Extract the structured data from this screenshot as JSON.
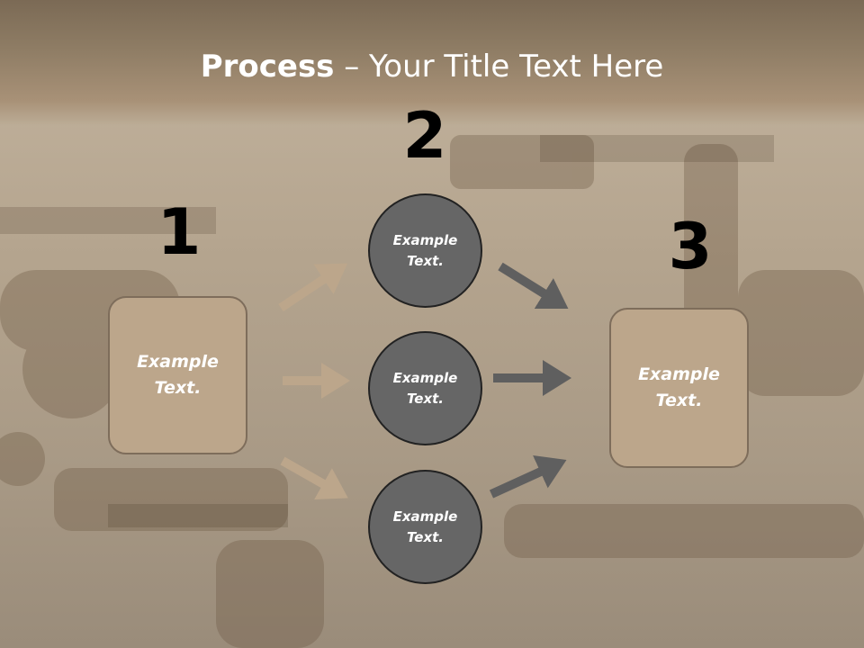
{
  "title": {
    "bold": "Process",
    "rest": " – Your Title Text Here"
  },
  "steps": {
    "n1": "1",
    "n2": "2",
    "n3": "3"
  },
  "left_box": {
    "text": "Example Text."
  },
  "circles": [
    {
      "text": "Example Text."
    },
    {
      "text": "Example Text."
    },
    {
      "text": "Example Text."
    }
  ],
  "right_box": {
    "text": "Example Text."
  },
  "colors": {
    "box_fill": "#bca68b",
    "circle_fill": "#666666",
    "arrow_tan": "#bca68b",
    "arrow_gray": "#5f5f5f",
    "title_band": "#8f7d65"
  }
}
